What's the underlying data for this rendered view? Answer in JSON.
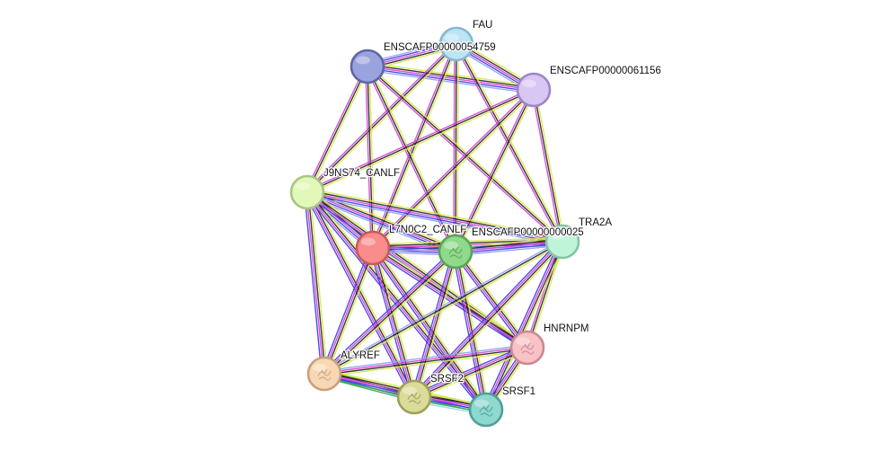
{
  "nodes": [
    {
      "id": "fau",
      "label": "FAU",
      "fill": "#bde4f4",
      "stroke": "#86b9cf",
      "icon": ""
    },
    {
      "id": "e54759",
      "label": "ENSCAFP00000054759",
      "fill": "#9aa3dd",
      "stroke": "#5c66a8",
      "icon": ""
    },
    {
      "id": "e61156",
      "label": "ENSCAFP00000061156",
      "fill": "#d8c6f4",
      "stroke": "#9c87c6",
      "icon": ""
    },
    {
      "id": "j9ns74",
      "label": "J9NS74_CANLF",
      "fill": "#e1f8b9",
      "stroke": "#a9c586",
      "icon": ""
    },
    {
      "id": "l7n0c2",
      "label": "L7N0C2_CANLF",
      "fill": "#fb8c8c",
      "stroke": "#c75b5b",
      "icon": ""
    },
    {
      "id": "e625",
      "label": "ENSCAFP00000000025",
      "fill": "#8ed98a",
      "stroke": "#5aa456",
      "icon": "protein-structure-icon"
    },
    {
      "id": "tra2a",
      "label": "TRA2A",
      "fill": "#c0f4d8",
      "stroke": "#82c6a2",
      "icon": ""
    },
    {
      "id": "hnrnpm",
      "label": "HNRNPM",
      "fill": "#f8c2c6",
      "stroke": "#c88b91",
      "icon": "protein-structure-icon"
    },
    {
      "id": "alyref",
      "label": "ALYREF",
      "fill": "#f8d8b4",
      "stroke": "#c9a079",
      "icon": "protein-structure-icon"
    },
    {
      "id": "srsf2",
      "label": "SRSF2",
      "fill": "#dcdc9a",
      "stroke": "#9f9f5c",
      "icon": "protein-structure-icon"
    },
    {
      "id": "srsf1",
      "label": "SRSF1",
      "fill": "#8ed8d0",
      "stroke": "#4f9f97",
      "icon": "protein-structure-icon"
    }
  ],
  "edges": [
    {
      "a": "fau",
      "b": "e54759",
      "colors": [
        "#d6e84a",
        "#222222",
        "#d43fd4",
        "#3a3ae8",
        "#8fa0f0"
      ]
    },
    {
      "a": "fau",
      "b": "e61156",
      "colors": [
        "#d6e84a",
        "#222222",
        "#d43fd4",
        "#3a3ae8",
        "#8fa0f0"
      ]
    },
    {
      "a": "e54759",
      "b": "e61156",
      "colors": [
        "#d6e84a",
        "#222222",
        "#d43fd4",
        "#3a3ae8",
        "#8fa0f0"
      ]
    },
    {
      "a": "fau",
      "b": "j9ns74",
      "colors": [
        "#d6e84a",
        "#222222",
        "#d43fd4"
      ]
    },
    {
      "a": "fau",
      "b": "l7n0c2",
      "colors": [
        "#d6e84a",
        "#222222",
        "#d43fd4"
      ]
    },
    {
      "a": "fau",
      "b": "e625",
      "colors": [
        "#d6e84a",
        "#222222",
        "#d43fd4"
      ]
    },
    {
      "a": "fau",
      "b": "tra2a",
      "colors": [
        "#d6e84a",
        "#222222",
        "#d43fd4"
      ]
    },
    {
      "a": "e54759",
      "b": "j9ns74",
      "colors": [
        "#d6e84a",
        "#222222",
        "#d43fd4"
      ]
    },
    {
      "a": "e54759",
      "b": "l7n0c2",
      "colors": [
        "#d6e84a",
        "#222222",
        "#d43fd4"
      ]
    },
    {
      "a": "e54759",
      "b": "e625",
      "colors": [
        "#d6e84a",
        "#222222",
        "#d43fd4"
      ]
    },
    {
      "a": "e54759",
      "b": "tra2a",
      "colors": [
        "#d6e84a",
        "#222222",
        "#d43fd4"
      ]
    },
    {
      "a": "e61156",
      "b": "j9ns74",
      "colors": [
        "#d6e84a",
        "#222222",
        "#d43fd4"
      ]
    },
    {
      "a": "e61156",
      "b": "l7n0c2",
      "colors": [
        "#d6e84a",
        "#222222",
        "#d43fd4"
      ]
    },
    {
      "a": "e61156",
      "b": "e625",
      "colors": [
        "#d6e84a",
        "#222222",
        "#d43fd4"
      ]
    },
    {
      "a": "e61156",
      "b": "tra2a",
      "colors": [
        "#d6e84a",
        "#222222",
        "#d43fd4"
      ]
    },
    {
      "a": "j9ns74",
      "b": "l7n0c2",
      "colors": [
        "#d6e84a",
        "#222222",
        "#d43fd4",
        "#3a3ae8",
        "#8fa0f0"
      ]
    },
    {
      "a": "j9ns74",
      "b": "e625",
      "colors": [
        "#d6e84a",
        "#222222",
        "#d43fd4",
        "#3a3ae8",
        "#8fa0f0"
      ]
    },
    {
      "a": "j9ns74",
      "b": "tra2a",
      "colors": [
        "#d6e84a",
        "#222222",
        "#d43fd4",
        "#3a3ae8",
        "#8fa0f0"
      ]
    },
    {
      "a": "j9ns74",
      "b": "alyref",
      "colors": [
        "#d6e84a",
        "#222222",
        "#d43fd4",
        "#3a3ae8"
      ]
    },
    {
      "a": "j9ns74",
      "b": "srsf2",
      "colors": [
        "#d6e84a",
        "#222222",
        "#d43fd4",
        "#3a3ae8"
      ]
    },
    {
      "a": "j9ns74",
      "b": "srsf1",
      "colors": [
        "#d6e84a",
        "#222222",
        "#d43fd4",
        "#3a3ae8"
      ]
    },
    {
      "a": "j9ns74",
      "b": "hnrnpm",
      "colors": [
        "#d6e84a",
        "#222222",
        "#d43fd4",
        "#3a3ae8"
      ]
    },
    {
      "a": "l7n0c2",
      "b": "e625",
      "colors": [
        "#d6e84a",
        "#222222",
        "#d43fd4",
        "#3a3ae8",
        "#8fa0f0"
      ]
    },
    {
      "a": "l7n0c2",
      "b": "tra2a",
      "colors": [
        "#d6e84a",
        "#222222",
        "#d43fd4",
        "#3a3ae8",
        "#8fa0f0"
      ]
    },
    {
      "a": "l7n0c2",
      "b": "hnrnpm",
      "colors": [
        "#d6e84a",
        "#222222",
        "#d43fd4",
        "#3a3ae8"
      ]
    },
    {
      "a": "l7n0c2",
      "b": "alyref",
      "colors": [
        "#d6e84a",
        "#222222",
        "#d43fd4",
        "#3a3ae8"
      ]
    },
    {
      "a": "l7n0c2",
      "b": "srsf2",
      "colors": [
        "#d6e84a",
        "#222222",
        "#d43fd4",
        "#3a3ae8"
      ]
    },
    {
      "a": "l7n0c2",
      "b": "srsf1",
      "colors": [
        "#d6e84a",
        "#222222",
        "#d43fd4",
        "#3a3ae8"
      ]
    },
    {
      "a": "e625",
      "b": "tra2a",
      "colors": [
        "#d6e84a",
        "#222222",
        "#d43fd4",
        "#3a3ae8",
        "#8fa0f0"
      ]
    },
    {
      "a": "e625",
      "b": "hnrnpm",
      "colors": [
        "#d6e84a",
        "#222222",
        "#d43fd4",
        "#3a3ae8"
      ]
    },
    {
      "a": "e625",
      "b": "alyref",
      "colors": [
        "#d6e84a",
        "#222222",
        "#d43fd4",
        "#3a3ae8"
      ]
    },
    {
      "a": "e625",
      "b": "srsf2",
      "colors": [
        "#d6e84a",
        "#222222",
        "#d43fd4",
        "#3a3ae8"
      ]
    },
    {
      "a": "e625",
      "b": "srsf1",
      "colors": [
        "#d6e84a",
        "#222222",
        "#d43fd4",
        "#3a3ae8"
      ]
    },
    {
      "a": "tra2a",
      "b": "hnrnpm",
      "colors": [
        "#d6e84a",
        "#222222",
        "#d43fd4"
      ]
    },
    {
      "a": "tra2a",
      "b": "alyref",
      "colors": [
        "#d6e84a",
        "#222222",
        "#8fa0f0"
      ]
    },
    {
      "a": "tra2a",
      "b": "srsf2",
      "colors": [
        "#d6e84a",
        "#222222",
        "#d43fd4",
        "#3a3ae8"
      ]
    },
    {
      "a": "tra2a",
      "b": "srsf1",
      "colors": [
        "#d6e84a",
        "#222222",
        "#d43fd4",
        "#3a3ae8"
      ]
    },
    {
      "a": "hnrnpm",
      "b": "alyref",
      "colors": [
        "#d6e84a",
        "#222222",
        "#d43fd4",
        "#8fa0f0"
      ]
    },
    {
      "a": "hnrnpm",
      "b": "srsf2",
      "colors": [
        "#d6e84a",
        "#222222",
        "#d43fd4",
        "#3a3ae8"
      ]
    },
    {
      "a": "hnrnpm",
      "b": "srsf1",
      "colors": [
        "#d6e84a",
        "#222222",
        "#d43fd4",
        "#3a3ae8"
      ]
    },
    {
      "a": "alyref",
      "b": "srsf2",
      "colors": [
        "#d6e84a",
        "#222222",
        "#d43fd4",
        "#3a3ae8",
        "#2fa84f"
      ]
    },
    {
      "a": "alyref",
      "b": "srsf1",
      "colors": [
        "#d6e84a",
        "#222222",
        "#d43fd4",
        "#3a3ae8",
        "#2fa84f"
      ]
    },
    {
      "a": "srsf2",
      "b": "srsf1",
      "colors": [
        "#d6e84a",
        "#222222",
        "#d43fd4",
        "#3a3ae8",
        "#2fa84f",
        "#8fd9e6"
      ]
    }
  ]
}
